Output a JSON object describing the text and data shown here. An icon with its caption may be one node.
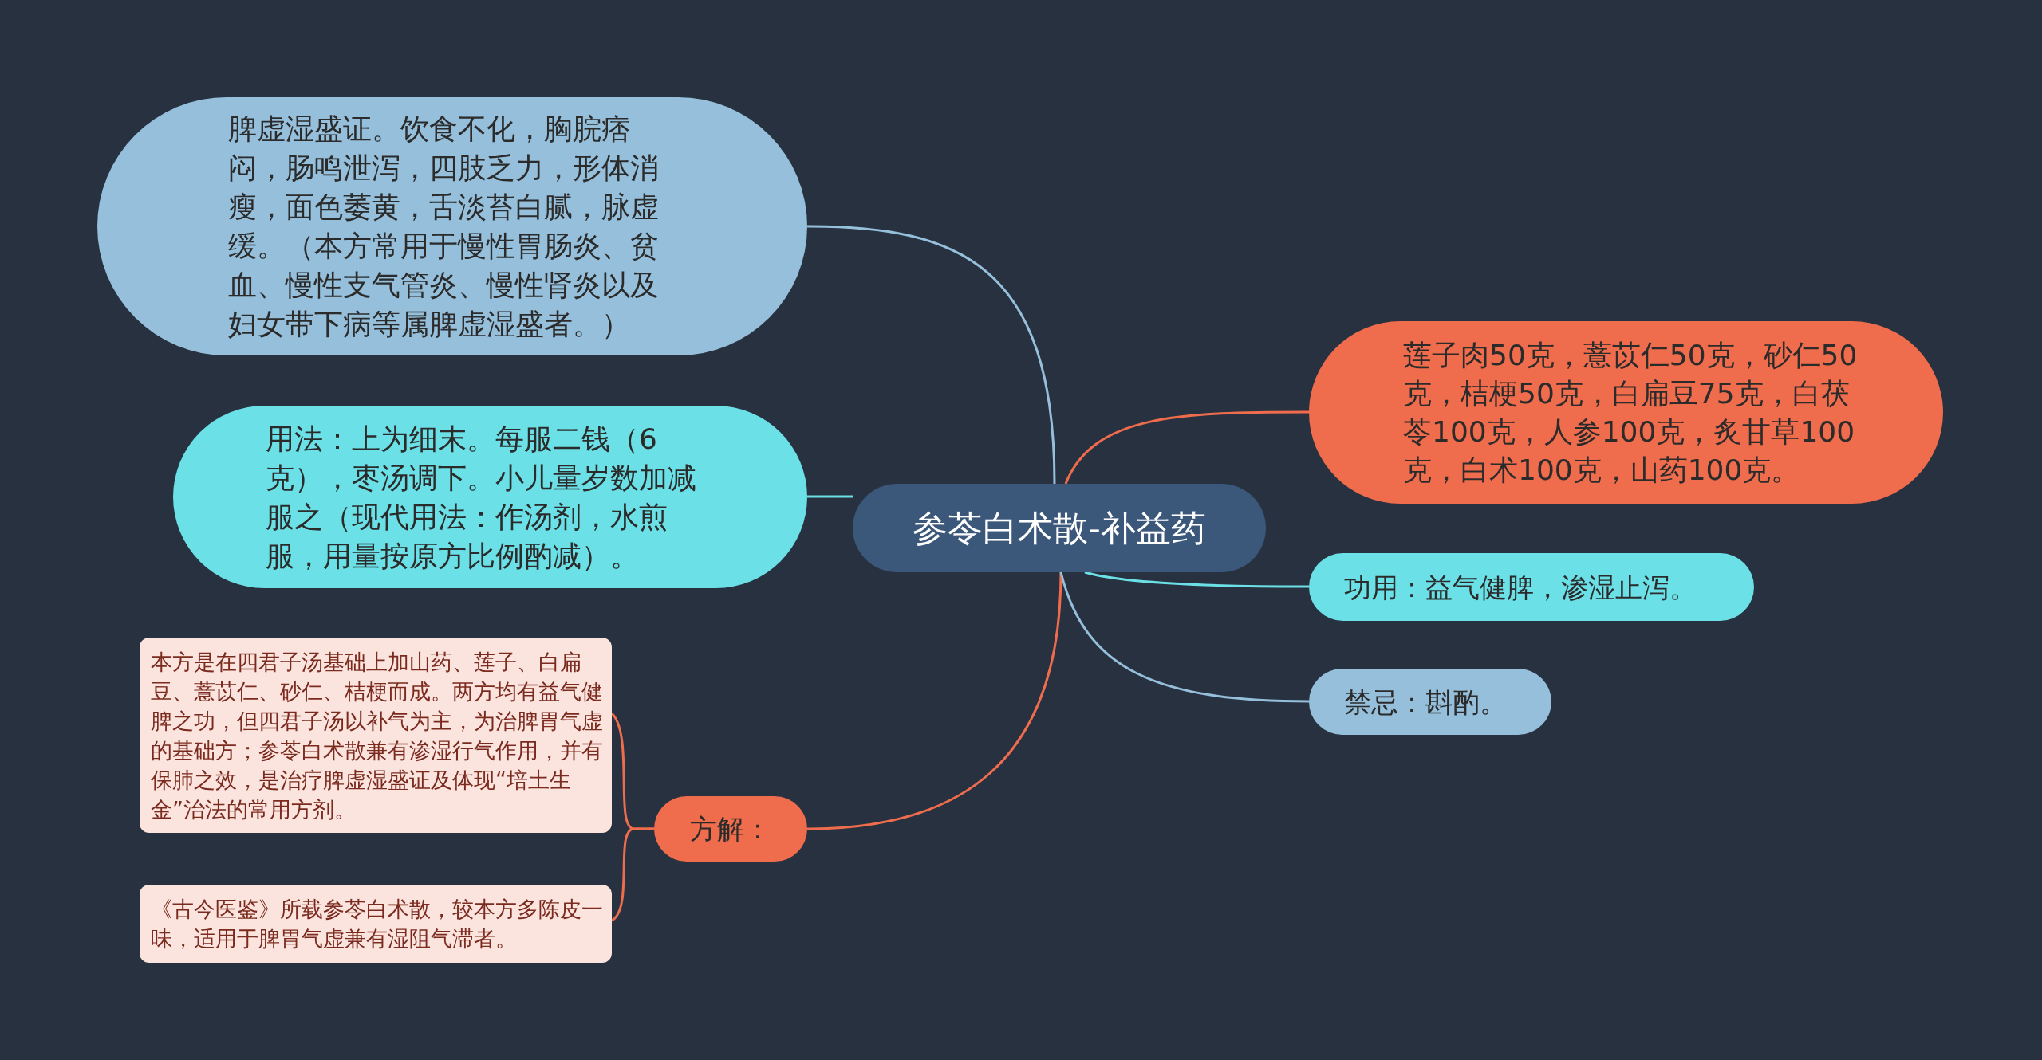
{
  "diagram": {
    "nodes": [
      {
        "text": [
          "参苓白术散-补益药"
        ]
      },
      {
        "text": [
          "脾虚湿盛证。饮食不化，胸脘痞闷，肠鸣泄泻，四肢乏力，形体消瘦，面色萎黄，舌淡苔白腻，脉虚缓。（本方常用于慢性胃肠炎、贫血、慢性支气管炎、慢性肾炎以及妇女带下病等属脾虚湿盛者。）"
        ]
      },
      {
        "text": [
          "用法：上为细末。每服二钱（6克），枣汤调下。小儿量岁数加减服之（现代用法：作汤剂，水煎服，用量按原方比例酌减）。"
        ]
      },
      {
        "text": [
          "方解："
        ]
      },
      {
        "text": [
          "本方是在四君子汤基础上加山药、莲子、白扁豆、薏苡仁、砂仁、桔梗而成。两方均有益气健脾之功，但四君子汤以补气为主，为治脾胃气虚的基础方；参苓白术散兼有渗湿行气作用，并有保肺之效，是治疗脾虚湿盛证及体现“培土生金”治法的常用方剂。"
        ]
      },
      {
        "text": [
          "《古今医鉴》所载参苓白术散，较本方多陈皮一味，适用于脾胃气虚兼有湿阻气滞者。"
        ]
      },
      {
        "text": [
          "莲子肉50克，薏苡仁50克，砂仁50克，桔梗50克，白扁豆75克，白茯苓100克，人参100克，炙甘草100克，白术100克，山药100克。"
        ]
      },
      {
        "text": [
          "功用：益气健脾，渗湿止泻。"
        ]
      },
      {
        "text": [
          "禁忌：斟酌。"
        ]
      }
    ],
    "edges": [
      {
        "from": 0,
        "to": 1,
        "arrow": "none",
        "color": "#95bfda"
      },
      {
        "from": 0,
        "to": 2,
        "arrow": "none",
        "color": "#6be0e6"
      },
      {
        "from": 0,
        "to": 3,
        "arrow": "none",
        "color": "#ef6c4c"
      },
      {
        "from": 3,
        "to": 4,
        "arrow": "none",
        "color": "#ef6c4c"
      },
      {
        "from": 3,
        "to": 5,
        "arrow": "none",
        "color": "#ef6c4c"
      },
      {
        "from": 0,
        "to": 6,
        "arrow": "none",
        "color": "#ef6c4c"
      },
      {
        "from": 0,
        "to": 7,
        "arrow": "none",
        "color": "#6be0e6"
      },
      {
        "from": 0,
        "to": 8,
        "arrow": "none",
        "color": "#95bfda"
      }
    ]
  }
}
